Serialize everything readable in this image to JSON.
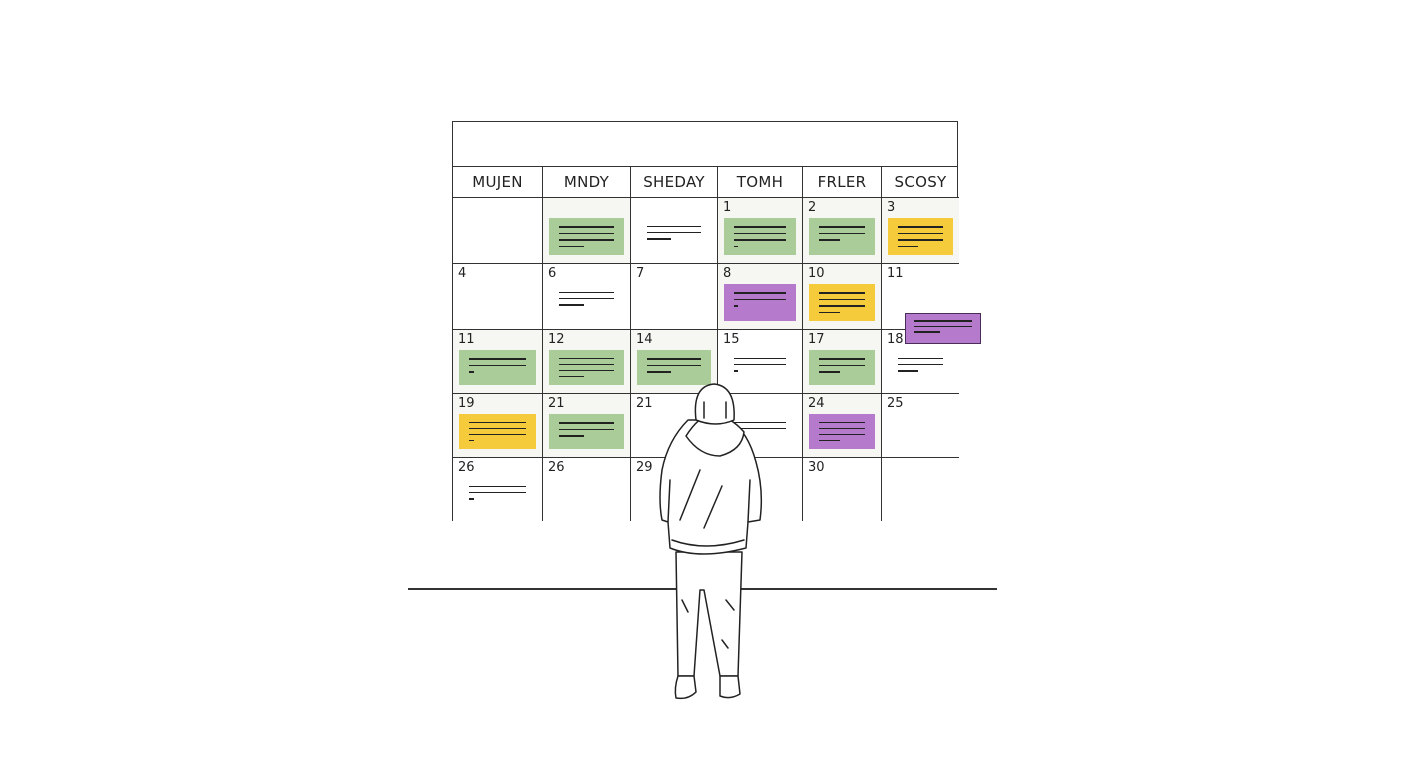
{
  "calendar": {
    "days": [
      "MUJEN",
      "MNDY",
      "SHEDAY",
      "TOMH",
      "FRLER",
      "SCOSY"
    ],
    "rows": [
      [
        {
          "n": "",
          "note": ""
        },
        {
          "n": "",
          "note": "green"
        },
        {
          "n": "",
          "note": "plain"
        },
        {
          "n": "1",
          "note": "green"
        },
        {
          "n": "2",
          "note": "green"
        },
        {
          "n": "3",
          "note": "yellow"
        }
      ],
      [
        {
          "n": "4",
          "note": ""
        },
        {
          "n": "6",
          "note": "plain"
        },
        {
          "n": "7",
          "note": ""
        },
        {
          "n": "8",
          "note": "purple"
        },
        {
          "n": "10",
          "note": "yellow"
        },
        {
          "n": "11",
          "note": ""
        }
      ],
      [
        {
          "n": "11",
          "note": "green"
        },
        {
          "n": "12",
          "note": "green"
        },
        {
          "n": "14",
          "note": "green"
        },
        {
          "n": "15",
          "note": "plain"
        },
        {
          "n": "17",
          "note": "green"
        },
        {
          "n": "18",
          "note": "plain"
        }
      ],
      [
        {
          "n": "19",
          "note": "yellow"
        },
        {
          "n": "21",
          "note": "green"
        },
        {
          "n": "21",
          "note": ""
        },
        {
          "n": "",
          "note": "plain"
        },
        {
          "n": "24",
          "note": "purple"
        },
        {
          "n": "25",
          "note": ""
        }
      ],
      [
        {
          "n": "26",
          "note": "plain"
        },
        {
          "n": "26",
          "note": ""
        },
        {
          "n": "29",
          "note": ""
        },
        {
          "n": "",
          "note": ""
        },
        {
          "n": "30",
          "note": ""
        },
        {
          "n": "",
          "note": ""
        }
      ]
    ]
  },
  "colors": {
    "green": "#a9cc98",
    "yellow": "#f5cb3c",
    "purple": "#b57acb"
  }
}
